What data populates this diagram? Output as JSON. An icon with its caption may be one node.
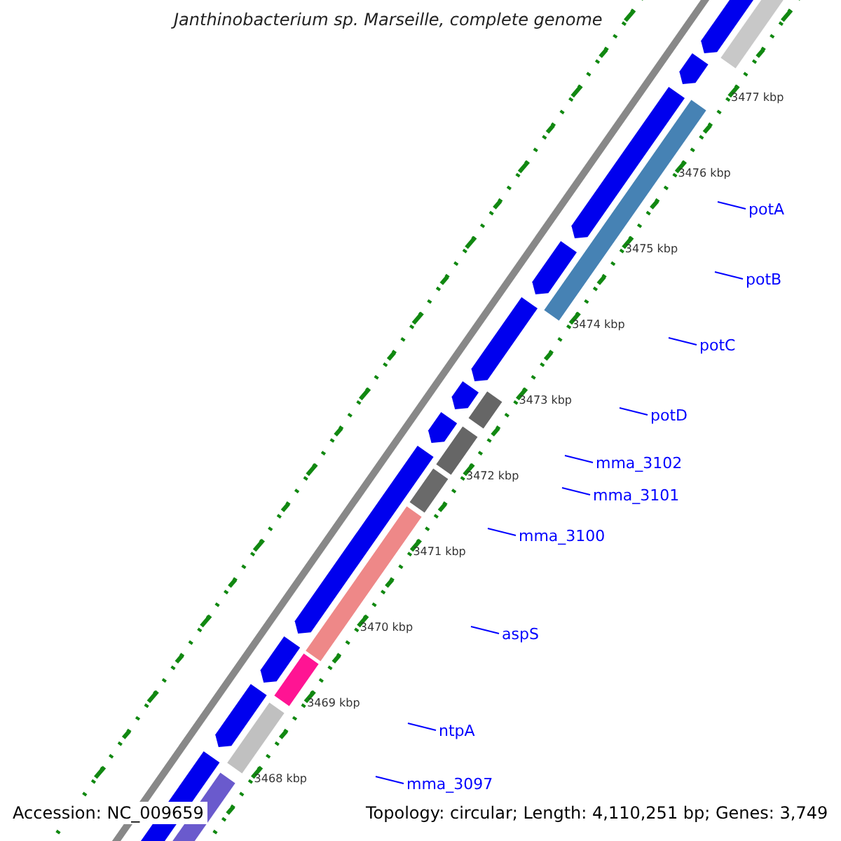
{
  "diagram": {
    "title": "Janthinobacterium sp. Marseille, complete genome",
    "nodes": [
      {
        "text": [
          "potA"
        ]
      },
      {
        "text": [
          "potB"
        ]
      },
      {
        "text": [
          "potC"
        ]
      },
      {
        "text": [
          "potD"
        ]
      },
      {
        "text": [
          "mma_3102"
        ]
      },
      {
        "text": [
          "mma_3101"
        ]
      },
      {
        "text": [
          "mma_3100"
        ]
      },
      {
        "text": [
          "aspS"
        ]
      },
      {
        "text": [
          "ntpA"
        ]
      },
      {
        "text": [
          "mma_3097"
        ]
      }
    ],
    "edges": [
      {
        "from": 0,
        "to": null,
        "arrow": "none"
      },
      {
        "from": 1,
        "to": null,
        "arrow": "none"
      },
      {
        "from": 2,
        "to": null,
        "arrow": "none"
      },
      {
        "from": 3,
        "to": null,
        "arrow": "none"
      },
      {
        "from": 4,
        "to": null,
        "arrow": "none"
      },
      {
        "from": 5,
        "to": null,
        "arrow": "none"
      },
      {
        "from": 6,
        "to": null,
        "arrow": "none"
      },
      {
        "from": 7,
        "to": null,
        "arrow": "none"
      },
      {
        "from": 8,
        "to": null,
        "arrow": "none"
      },
      {
        "from": 9,
        "to": null,
        "arrow": "none"
      }
    ],
    "labels": [
      "3477 kbp",
      "3476 kbp",
      "3475 kbp",
      "3474 kbp",
      "3473 kbp",
      "3472 kbp",
      "3471 kbp",
      "3470 kbp",
      "3469 kbp",
      "3468 kbp",
      "Accession: NC_009659",
      "Topology: circular; Length: 4,110,251 bp; Genes: 3,749"
    ]
  }
}
